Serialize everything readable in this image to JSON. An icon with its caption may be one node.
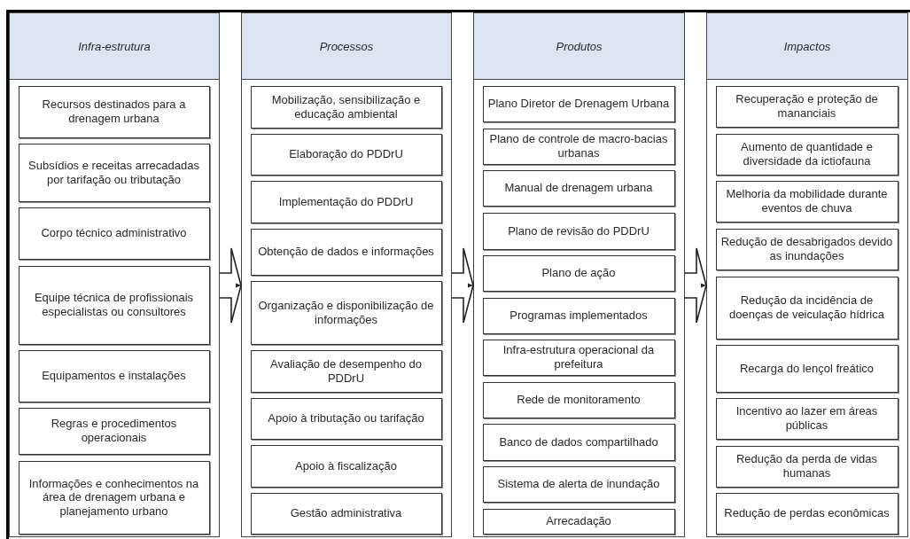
{
  "diagram": {
    "nodes": [
      {
        "text": [
          "Infra-estrutura"
        ]
      },
      {
        "text": [
          "Recursos destinados para a drenagem urbana"
        ],
        "in": 0
      },
      {
        "text": [
          "Subsídios e receitas arrecadadas por tarifação ou tributação"
        ],
        "in": 0
      },
      {
        "text": [
          "Corpo técnico administrativo"
        ],
        "in": 0
      },
      {
        "text": [
          "Equipe técnica de profissionais especialistas ou consultores"
        ],
        "in": 0
      },
      {
        "text": [
          "Equipamentos e instalações"
        ],
        "in": 0
      },
      {
        "text": [
          "Regras e procedimentos operacionais"
        ],
        "in": 0
      },
      {
        "text": [
          "Informações e conhecimentos na área de drenagem urbana e planejamento urbano"
        ],
        "in": 0
      },
      {
        "text": [
          "Processos"
        ]
      },
      {
        "text": [
          "Mobilização, sensibilização e educação ambiental"
        ],
        "in": 8
      },
      {
        "text": [
          "Elaboração do PDDrU"
        ],
        "in": 8
      },
      {
        "text": [
          "Implementação do PDDrU"
        ],
        "in": 8
      },
      {
        "text": [
          "Obtenção de dados e informações"
        ],
        "in": 8
      },
      {
        "text": [
          "Organização e disponibilização de informações"
        ],
        "in": 8
      },
      {
        "text": [
          "Avaliação de desempenho do PDDrU"
        ],
        "in": 8
      },
      {
        "text": [
          "Apoio à tributação ou tarifação"
        ],
        "in": 8
      },
      {
        "text": [
          "Apoio à fiscalização"
        ],
        "in": 8
      },
      {
        "text": [
          "Gestão administrativa"
        ],
        "in": 8
      },
      {
        "text": [
          "Produtos"
        ]
      },
      {
        "text": [
          "Plano Diretor de Drenagem Urbana"
        ],
        "in": 18
      },
      {
        "text": [
          "Plano de controle de macro-bacias urbanas"
        ],
        "in": 18
      },
      {
        "text": [
          "Manual de drenagem urbana"
        ],
        "in": 18
      },
      {
        "text": [
          "Plano de revisão do PDDrU"
        ],
        "in": 18
      },
      {
        "text": [
          "Plano de ação"
        ],
        "in": 18
      },
      {
        "text": [
          "Programas implementados"
        ],
        "in": 18
      },
      {
        "text": [
          "Infra-estrutura operacional da prefeitura"
        ],
        "in": 18
      },
      {
        "text": [
          "Rede de monitoramento"
        ],
        "in": 18
      },
      {
        "text": [
          "Banco de dados compartilhado"
        ],
        "in": 18
      },
      {
        "text": [
          "Sistema de alerta de inundação"
        ],
        "in": 18
      },
      {
        "text": [
          "Arrecadação"
        ],
        "in": 18
      },
      {
        "text": [
          "Impactos"
        ]
      },
      {
        "text": [
          "Recuperação e proteção de mananciais"
        ],
        "in": 30
      },
      {
        "text": [
          "Aumento de quantidade e diversidade da ictiofauna"
        ],
        "in": 30
      },
      {
        "text": [
          "Melhoria da mobilidade durante eventos de chuva"
        ],
        "in": 30
      },
      {
        "text": [
          "Redução de desabrigados devido as inundações"
        ],
        "in": 30
      },
      {
        "text": [
          "Redução da incidência de doenças de veiculação hídrica"
        ],
        "in": 30
      },
      {
        "text": [
          "Recarga do lençol freático"
        ],
        "in": 30
      },
      {
        "text": [
          "Incentivo ao lazer em áreas públicas"
        ],
        "in": 30
      },
      {
        "text": [
          "Redução da perda de vidas humanas"
        ],
        "in": 30
      },
      {
        "text": [
          "Redução de perdas econômicas"
        ],
        "in": 30
      }
    ],
    "edges": [
      {
        "from": 0,
        "to": 8,
        "arrow": "to"
      },
      {
        "from": 8,
        "to": 18,
        "arrow": "to"
      },
      {
        "from": 18,
        "to": 30,
        "arrow": "to"
      }
    ]
  }
}
